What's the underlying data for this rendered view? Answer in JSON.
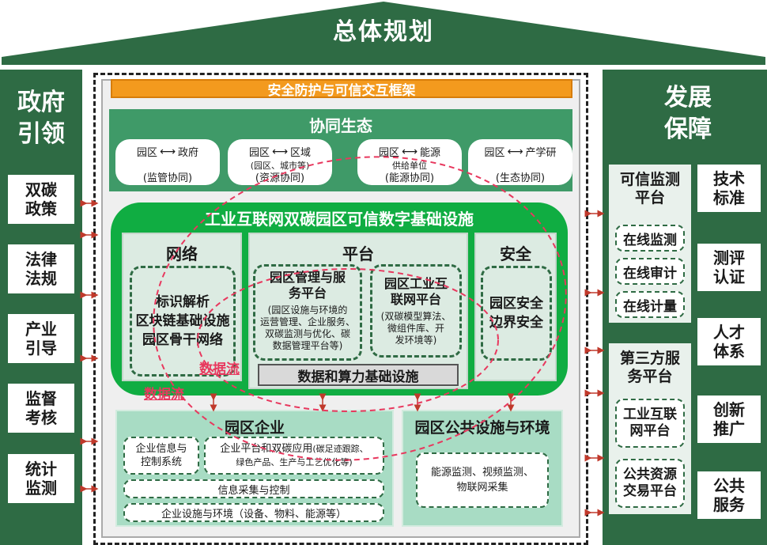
{
  "title": "总体规划",
  "left": {
    "title": [
      "政府",
      "引领"
    ],
    "items": [
      [
        "双碳",
        "政策"
      ],
      [
        "法律",
        "法规"
      ],
      [
        "产业",
        "引导"
      ],
      [
        "监督",
        "考核"
      ],
      [
        "统计",
        "监测"
      ]
    ]
  },
  "right": {
    "title": [
      "发展",
      "保障"
    ],
    "trust_panel": {
      "title": [
        "可信监测",
        "平台"
      ],
      "items": [
        "在线监测",
        "在线审计",
        "在线计量"
      ]
    },
    "third_panel": {
      "title": [
        "第三方服",
        "务平台"
      ],
      "items": [
        [
          "工业互联",
          "网平台"
        ],
        [
          "公共资源",
          "交易平台"
        ]
      ]
    },
    "items": [
      [
        "技术",
        "标准"
      ],
      [
        "测评",
        "认证"
      ],
      [
        "人才",
        "体系"
      ],
      [
        "创新",
        "推广"
      ],
      [
        "公共",
        "服务"
      ]
    ]
  },
  "center": {
    "security_frame": "安全防护与可信交互框架",
    "eco": {
      "title": "协同生态",
      "cards": [
        {
          "left": "园区",
          "right": "政府",
          "note": "",
          "label": "(监管协同)"
        },
        {
          "left": "园区",
          "right": "区域",
          "note": "(园区、城市等)",
          "label": "(资源协同)"
        },
        {
          "left": "园区",
          "right": "能源",
          "note": "供给单位",
          "label": "(能源协同)"
        },
        {
          "left": "园区",
          "right": "产学研",
          "note": "",
          "label": "(生态协同)"
        }
      ]
    },
    "infra": {
      "title": "工业互联网双碳园区可信数字基础设施",
      "network": {
        "title": "网络",
        "lines": [
          "标识解析",
          "区块链基础设施",
          "园区骨干网络"
        ]
      },
      "platform": {
        "title": "平台",
        "mgmt": {
          "title": [
            "园区管理与服",
            "务平台"
          ],
          "desc": [
            "(园区设施与环境的",
            "运营管理、企业服务、",
            "双碳监测与优化、碳",
            "数据管理平台等)"
          ]
        },
        "iiot": {
          "title": [
            "园区工业互",
            "联网平台"
          ],
          "desc": [
            "(双碳模型算法、",
            "微组件库、开",
            "发环境等)"
          ]
        },
        "data_bar": "数据和算力基础设施"
      },
      "security": {
        "title": "安全",
        "lines": [
          "园区安全",
          "边界安全"
        ]
      }
    },
    "dataflow_1": "数据流",
    "dataflow_2": "数据流",
    "enterprise": {
      "title": "园区企业",
      "info_system": [
        "企业信息与",
        "控制系统"
      ],
      "app": {
        "bold": "企业平台和双碳应用",
        "rest": "(碳足迹跟踪、",
        "line2": "绿色产品、生产与工艺优化等)"
      },
      "collect": "信息采集与控制",
      "facility": "企业设施与环境（设备、物料、能源等）"
    },
    "public": {
      "title": "园区公共设施与环境",
      "lines": [
        "能源监测、视频监测、",
        "物联网采集"
      ]
    }
  },
  "colors": {
    "dark_green": "#2e6b44",
    "panel_green": "#3f9a68",
    "bright_green": "#10ad42",
    "orange": "#f39a1e",
    "dataflow_red": "#e8385e"
  }
}
